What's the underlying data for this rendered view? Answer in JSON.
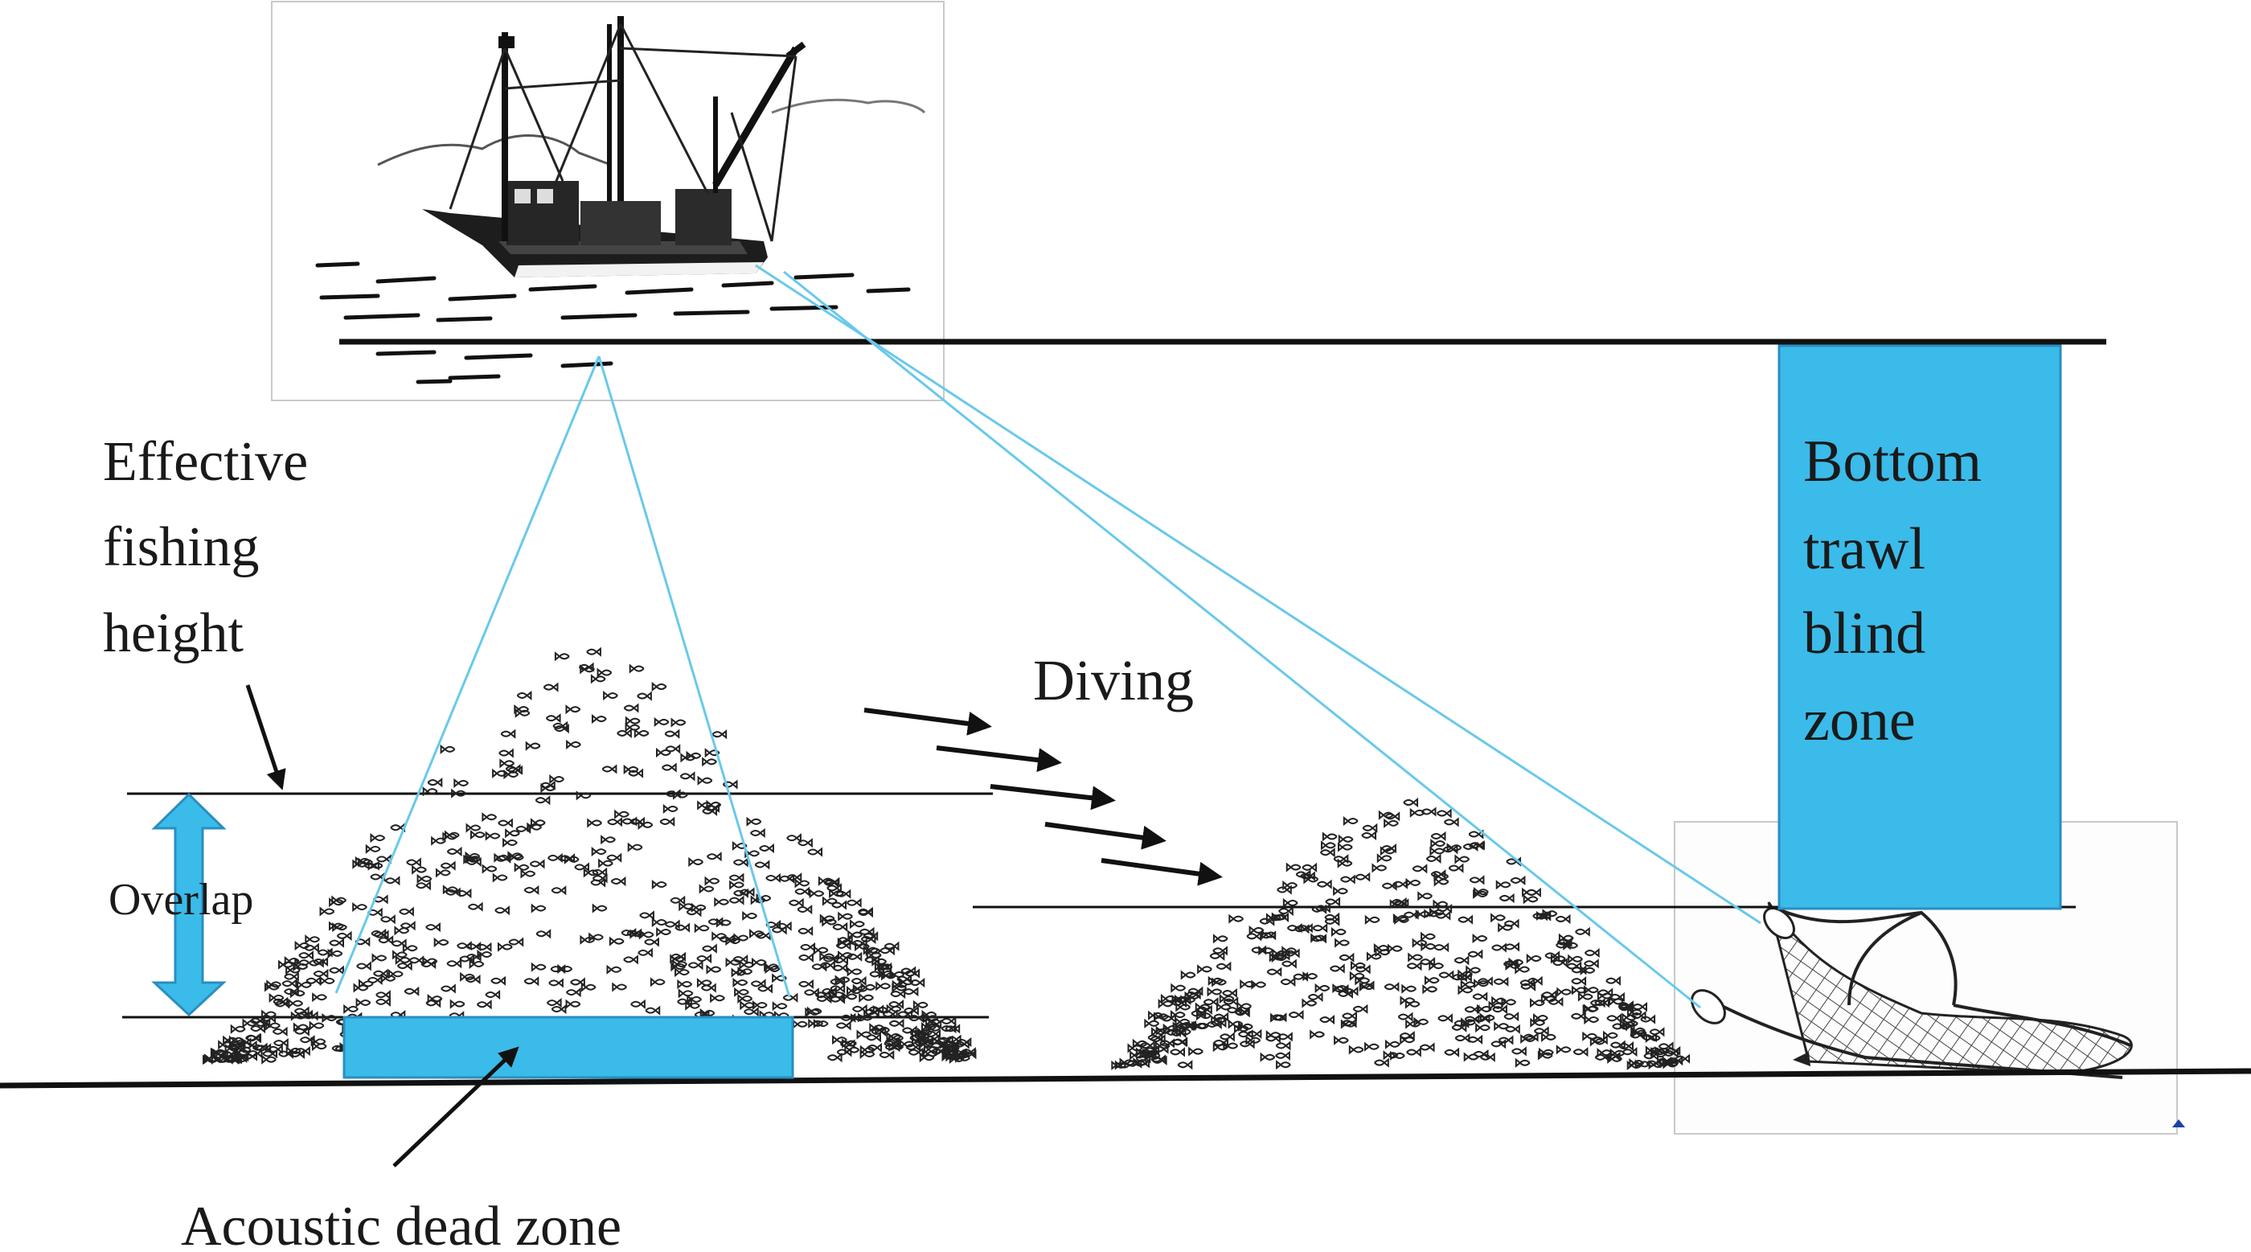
{
  "labels": {
    "effective_fishing_height": [
      "Effective",
      "fishing",
      "height"
    ],
    "overlap": "Overlap",
    "diving": "Diving",
    "bottom_trawl_blind_zone": [
      "Bottom",
      "trawl",
      "blind",
      "zone"
    ],
    "acoustic_dead_zone": "Acoustic dead zone"
  },
  "icons": {
    "vessel": "fishing-vessel-icon",
    "trawl_net": "bottom-trawl-net-icon",
    "fish": "fish-icon"
  },
  "colors": {
    "zone_fill": "#3bbbe9",
    "zone_stroke": "#2a8ec1",
    "beam": "#69c9ea",
    "line": "#111111"
  }
}
